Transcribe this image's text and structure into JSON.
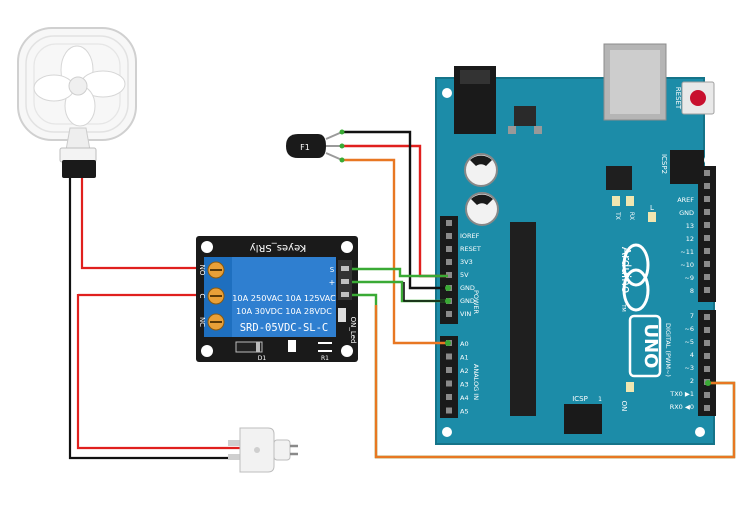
{
  "relay": {
    "brand": "Keyes_SRly",
    "rating_line1": "10A 250VAC  10A 125VAC",
    "rating_line2": "10A  30VDC  10A  28VDC",
    "part": "SRD-05VDC-SL-C",
    "term_no": "NO",
    "term_c": "C",
    "term_nc": "NC",
    "led_label": "ON_Led",
    "pin_s": "S",
    "pin_plus": "+",
    "pin_minus": "-",
    "d1": "D1",
    "r1": "R1"
  },
  "sensor": {
    "label": "F1"
  },
  "arduino": {
    "reset": "RESET",
    "icsp2": "ICSP2",
    "icsp": "ICSP",
    "brand": "Arduino",
    "tm": "TM",
    "uno": "UNO",
    "on": "ON",
    "l": "L",
    "tx": "TX",
    "rx": "RX",
    "one": "1",
    "digital": "DIGITAL (PWM~)",
    "power": "POWER",
    "analog": "ANALOG IN",
    "power_pins": [
      "IOREF",
      "RESET",
      "3V3",
      "5V",
      "GND",
      "GND",
      "VIN"
    ],
    "analog_pins": [
      "A0",
      "A1",
      "A2",
      "A3",
      "A4",
      "A5"
    ],
    "digital_top": [
      "AREF",
      "GND",
      "13",
      "12",
      "~11",
      "~10",
      "~9",
      "8"
    ],
    "digital_bottom": [
      "7",
      "~6",
      "~5",
      "4",
      "~3",
      "2",
      "TX0 ▶1",
      "RX0 ◀0"
    ]
  },
  "colors": {
    "board": "#1c8ca8",
    "board_edge": "#157489",
    "relay_pcb": "#1a1a1a",
    "relay_body": "#2f7fd0",
    "terminal": "#1e6fbf",
    "wire_red": "#e0201e",
    "wire_black": "#111111",
    "wire_green": "#3aaa35",
    "wire_orange": "#e87722",
    "plug": "#f2f2f2"
  }
}
